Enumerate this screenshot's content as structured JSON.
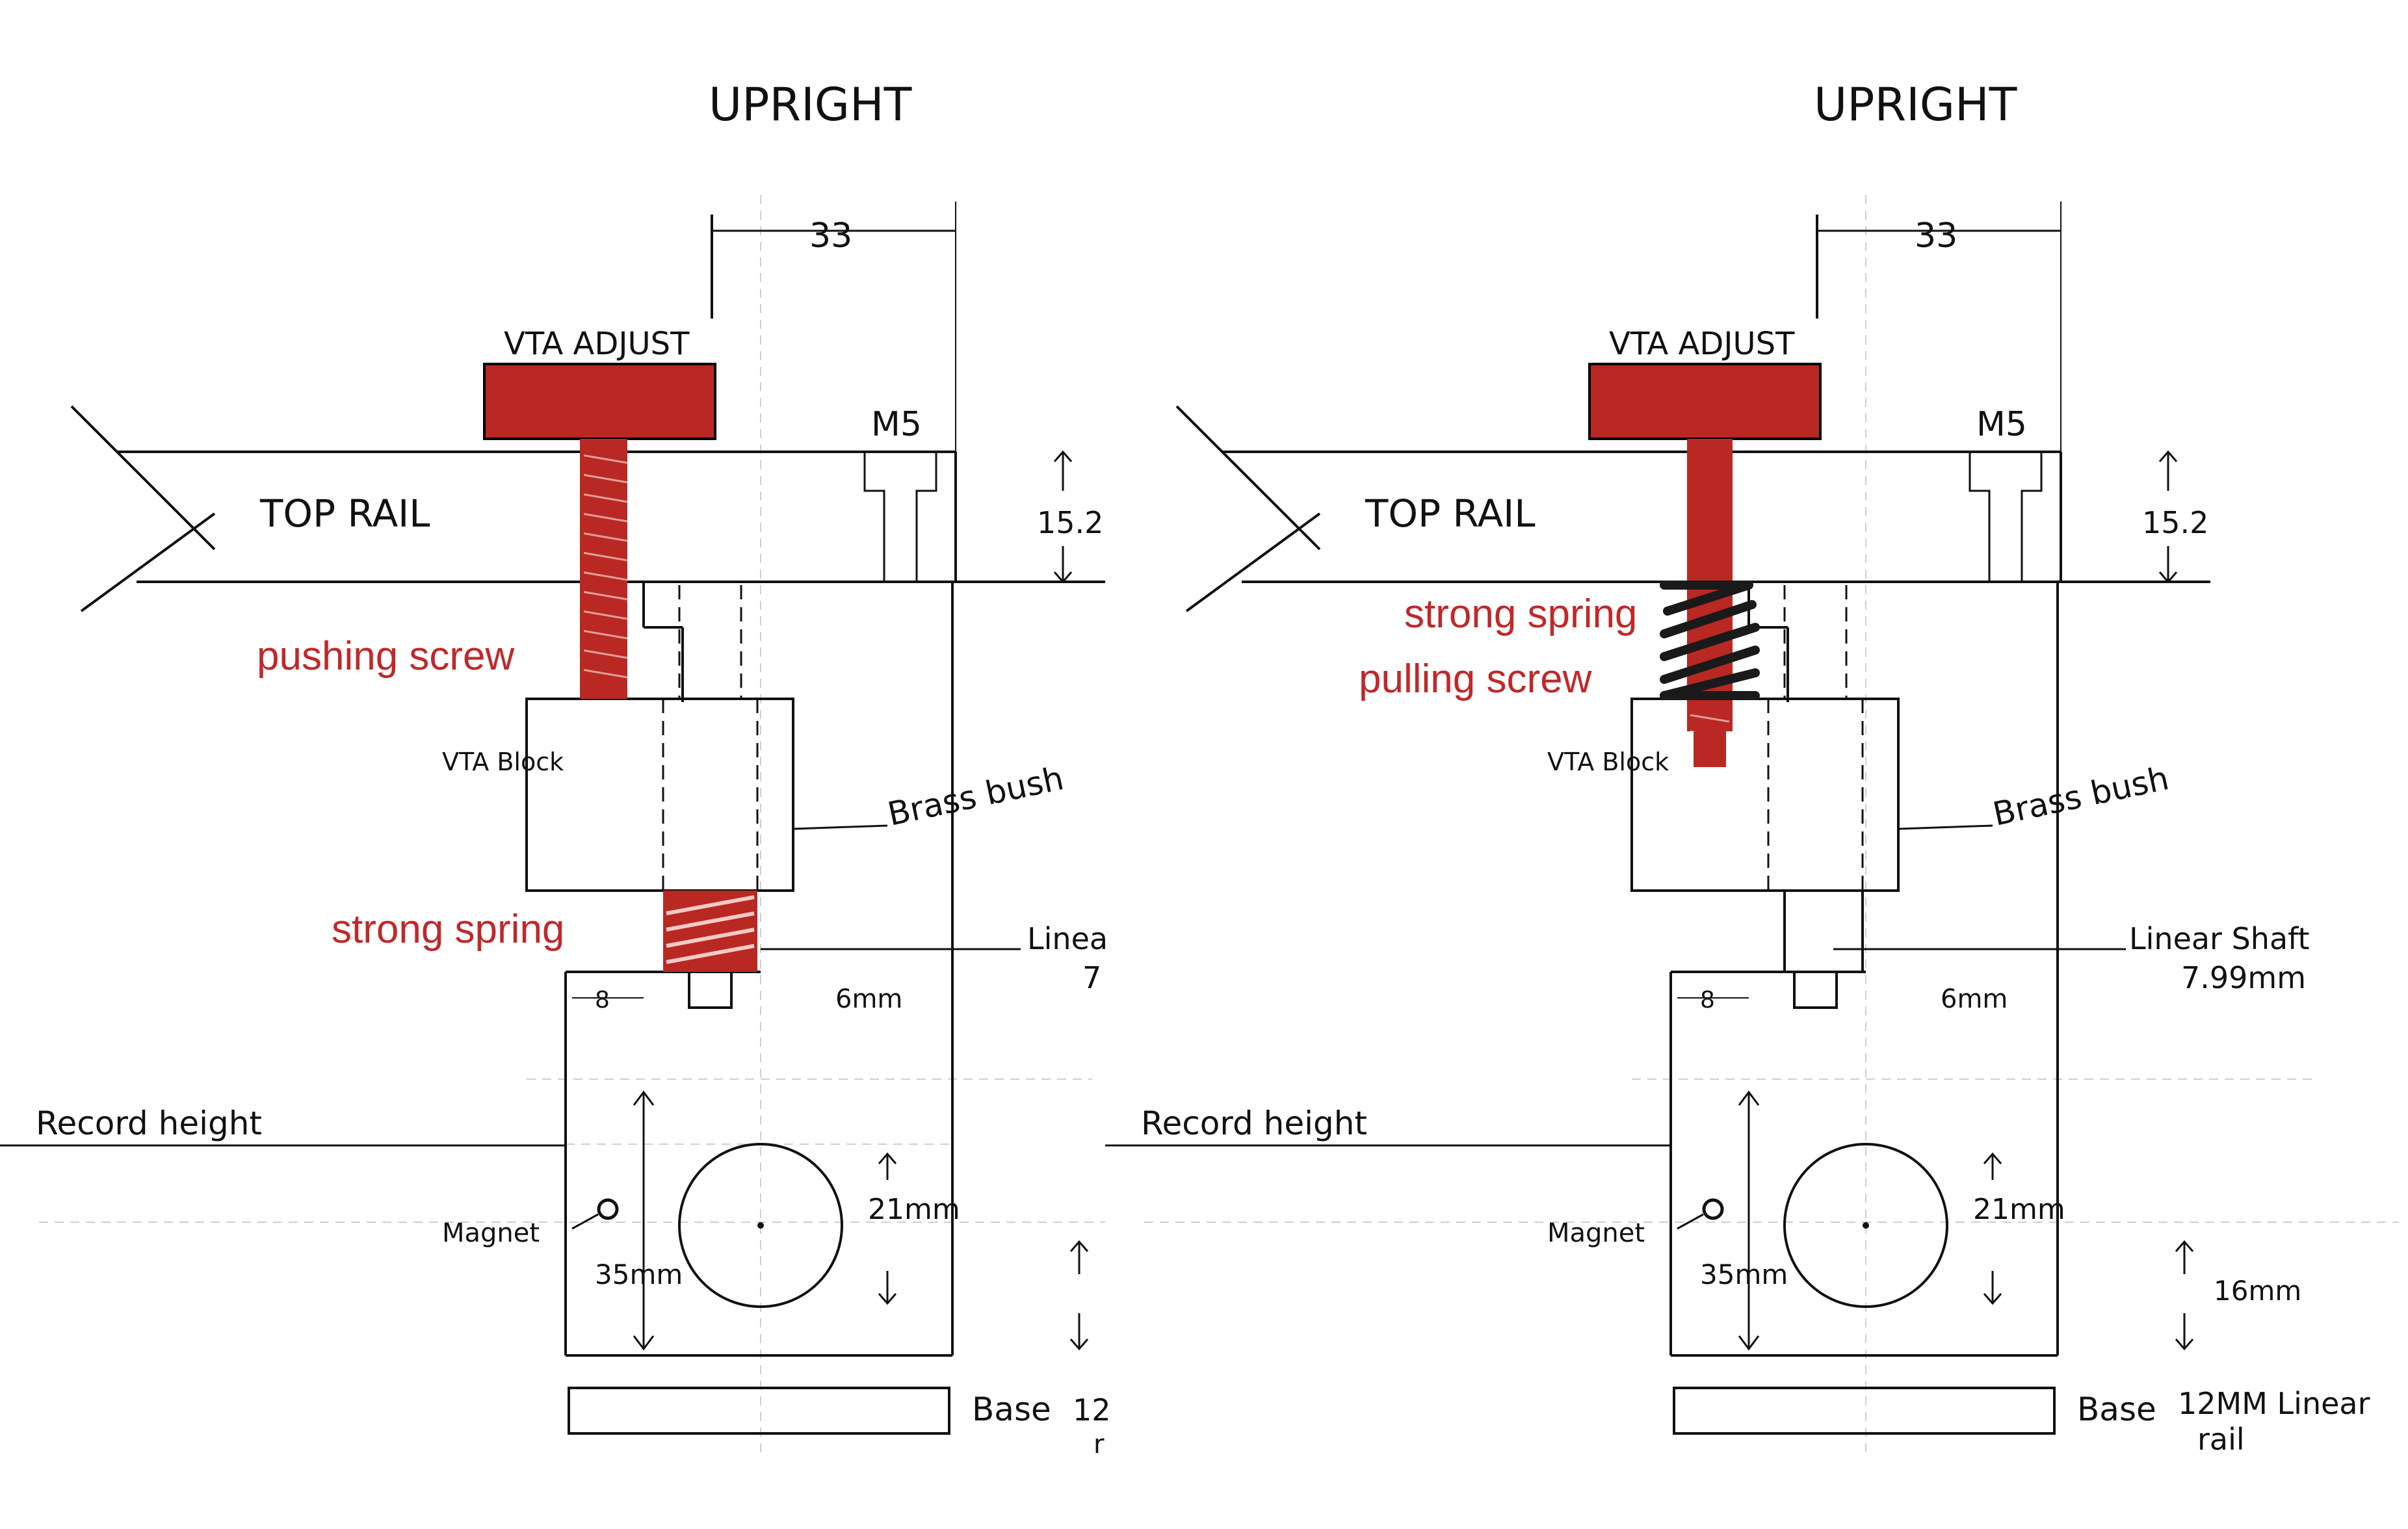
{
  "colors": {
    "ink": "#111111",
    "guide": "#bdbdbd",
    "screw_red": "#b92822",
    "label_red": "#c0282a",
    "spring_black": "#1a1a1a"
  },
  "panels": [
    {
      "id": "pushing-screw-design",
      "title": "UPRIGHT",
      "dimension_top": "33",
      "vta_adjust_label": "VTA ADJUST",
      "m5_label": "M5",
      "top_rail_label": "TOP RAIL",
      "dimension_rail": "15.2",
      "vta_block_label": "VTA Block",
      "brass_bush_label": "Brass bush",
      "linear_shaft_label": "Linea",
      "linear_shaft_size": "7",
      "gap_label": "6mm",
      "offset_label": "8",
      "record_height_label": "Record height",
      "magnet_label": "Magnet",
      "hole_label": "21mm",
      "height_label": "35mm",
      "base_label": "Base",
      "base_rail_label": "12",
      "base_rail_label2": "r",
      "annotation_screw": "pushing screw",
      "annotation_spring": "strong spring"
    },
    {
      "id": "pulling-screw-design",
      "title": "UPRIGHT",
      "dimension_top": "33",
      "vta_adjust_label": "VTA ADJUST",
      "m5_label": "M5",
      "top_rail_label": "TOP RAIL",
      "dimension_rail": "15.2",
      "vta_block_label": "VTA Block",
      "brass_bush_label": "Brass bush",
      "linear_shaft_label": "Linear Shaft",
      "linear_shaft_size": "7.99mm",
      "gap_label": "6mm",
      "offset_label": "8",
      "record_height_label": "Record height",
      "magnet_label": "Magnet",
      "hole_label": "21mm",
      "height_label": "35mm",
      "base_label": "Base",
      "base_rail_label": "12MM Linear",
      "base_rail_label2": "rail",
      "dimension_base": "16mm",
      "annotation_spring": "strong spring",
      "annotation_screw": "pulling screw"
    }
  ]
}
